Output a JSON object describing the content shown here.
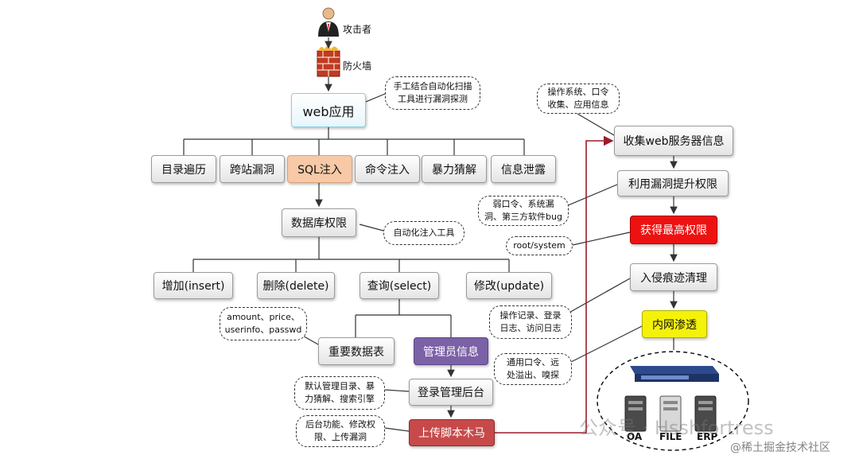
{
  "attacker": "攻击者",
  "firewall": "防火墙",
  "web_app": "web应用",
  "note_scan": "手工结合自动化扫描\n工具进行漏洞探测",
  "vulns": [
    "目录遍历",
    "跨站漏洞",
    "SQL注入",
    "命令注入",
    "暴力猜解",
    "信息泄露"
  ],
  "db_priv": "数据库权限",
  "note_auto_inject": "自动化注入工具",
  "db_ops": [
    "增加(insert)",
    "删除(delete)",
    "查询(select)",
    "修改(update)"
  ],
  "note_fields": "amount、price、\nuserinfo、passwd",
  "important_table": "重要数据表",
  "admin_info": "管理员信息",
  "login_admin": "登录管理后台",
  "note_login": "默认管理目录、暴\n力猜解、搜索引擎",
  "upload_trojan": "上传脚本木马",
  "note_upload": "后台功能、修改权\n限、上传漏洞",
  "note_os": "操作系统、口令\n收集、应用信息",
  "collect_info": "收集web服务器信息",
  "escalate": "利用漏洞提升权限",
  "note_weak": "弱口令、系统漏\n洞、第三方软件bug",
  "highest": "获得最高权限",
  "note_root": "root/system",
  "cleanup": "入侵痕迹清理",
  "note_logs": "操作记录、登录\n日志、访问日志",
  "intranet": "内网渗透",
  "note_intranet": "通用口令、远\n处溢出、嗅探",
  "servers": [
    "OA",
    "FILE",
    "ERP"
  ],
  "watermark_wechat": "公众号 · Hsshfortress",
  "watermark_juejin": "@稀土掘金技术社区",
  "colors": {
    "sql": "#f7c9a6",
    "admin": "#7b61a6",
    "upload": "#c74a4a",
    "highest": "#ee1111",
    "intranet": "#f4f20a",
    "arrow": "#9b1b2a"
  }
}
